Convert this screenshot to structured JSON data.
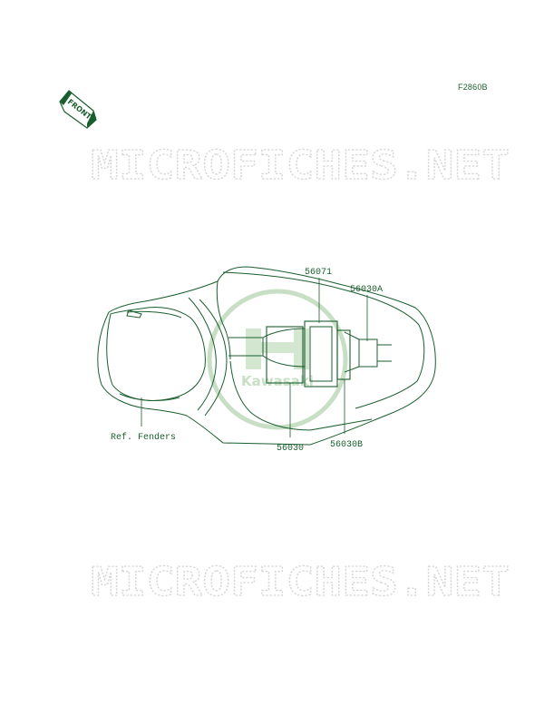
{
  "figure_code": "F2860B",
  "front_label": "FRONT",
  "watermark": "MICROFICHES.NET",
  "logo_text": "Kawasaki",
  "part_numbers": [
    "56071",
    "56030A",
    "56030",
    "56030B"
  ],
  "reference_label": "Ref. Fenders",
  "colors": {
    "line": "#1a5e2e",
    "watermark": "#d6d6d6",
    "logo": "#c8dfc5"
  }
}
